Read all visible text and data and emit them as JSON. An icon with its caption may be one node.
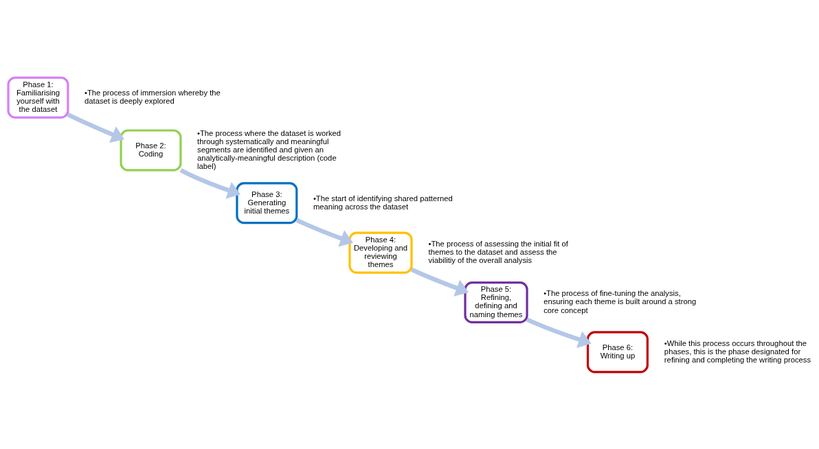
{
  "diagram": {
    "nodes": [
      {
        "text": [
          "Phase 1: Familiarising yourself with the dataset"
        ],
        "beside": [
          "•The process of immersion whereby the dataset is deeply explored"
        ]
      },
      {
        "text": [
          "Phase 2: Coding"
        ],
        "beside": [
          "•The process where the dataset is worked through systematically and meaningful segments are identified and given an analytically-meaningful description (code label)"
        ]
      },
      {
        "text": [
          "Phase 3: Generating initial themes"
        ],
        "beside": [
          "•The start of identifying shared patterned meaning across the dataset"
        ]
      },
      {
        "text": [
          "Phase 4: Developing and reviewing themes"
        ],
        "beside": [
          "•The process of assessing the initial fit of themes to the dataset and assess the viabilitiy of the overall analysis"
        ]
      },
      {
        "text": [
          "Phase 5: Refining, defining and naming themes"
        ],
        "beside": [
          "•The process of fine-tuning the analysis, ensuring each theme is built around a strong core concept"
        ]
      },
      {
        "text": [
          "Phase 6: Writing up"
        ],
        "beside": [
          "•While this process occurs throughout the phases, this is the phase designated for refining and completing the writing process"
        ]
      }
    ],
    "edges": [
      {
        "from": 0,
        "to": 1,
        "arrow": "to"
      },
      {
        "from": 1,
        "to": 2,
        "arrow": "to"
      },
      {
        "from": 2,
        "to": 3,
        "arrow": "to"
      },
      {
        "from": 3,
        "to": 4,
        "arrow": "to"
      },
      {
        "from": 4,
        "to": 5,
        "arrow": "to"
      }
    ]
  }
}
